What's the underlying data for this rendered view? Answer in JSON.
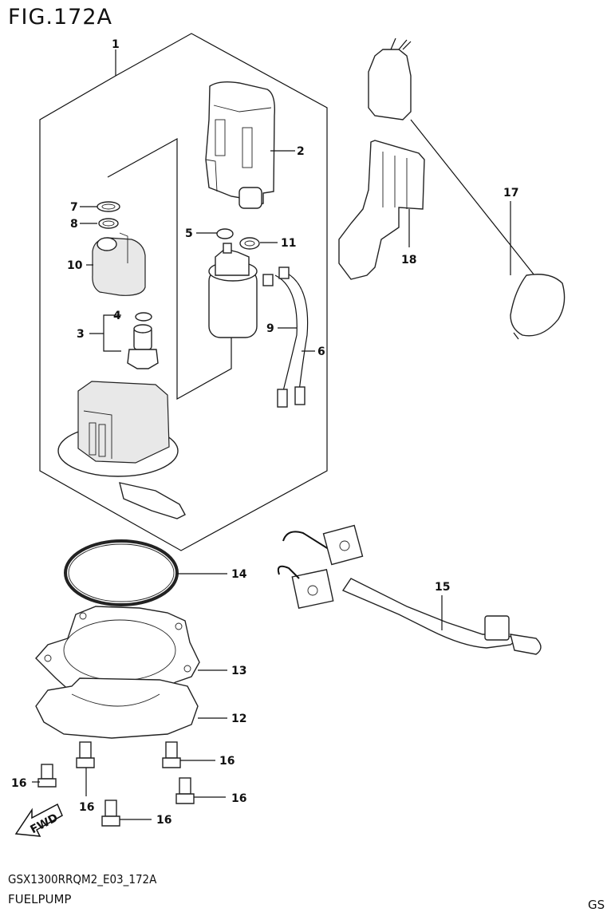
{
  "figure": {
    "title": "FIG.172A",
    "diagram_code": "GSX1300RRQM2_E03_172A",
    "section_name": "FUELPUMP",
    "region_code": "GS",
    "fwd_label": "FWD"
  },
  "callouts": [
    {
      "id": "c1",
      "text": "1"
    },
    {
      "id": "c2",
      "text": "2"
    },
    {
      "id": "c3",
      "text": "3"
    },
    {
      "id": "c4",
      "text": "4"
    },
    {
      "id": "c5",
      "text": "5"
    },
    {
      "id": "c6",
      "text": "6"
    },
    {
      "id": "c7",
      "text": "7"
    },
    {
      "id": "c8",
      "text": "8"
    },
    {
      "id": "c9",
      "text": "9"
    },
    {
      "id": "c10",
      "text": "10"
    },
    {
      "id": "c11",
      "text": "11"
    },
    {
      "id": "c12",
      "text": "12"
    },
    {
      "id": "c13",
      "text": "13"
    },
    {
      "id": "c14",
      "text": "14"
    },
    {
      "id": "c15",
      "text": "15"
    },
    {
      "id": "c16a",
      "text": "16"
    },
    {
      "id": "c16b",
      "text": "16"
    },
    {
      "id": "c16c",
      "text": "16"
    },
    {
      "id": "c16d",
      "text": "16"
    },
    {
      "id": "c16e",
      "text": "16"
    },
    {
      "id": "c17",
      "text": "17"
    },
    {
      "id": "c18",
      "text": "18"
    }
  ],
  "icons": {
    "fwd_arrow": "fwd-arrow-icon"
  }
}
